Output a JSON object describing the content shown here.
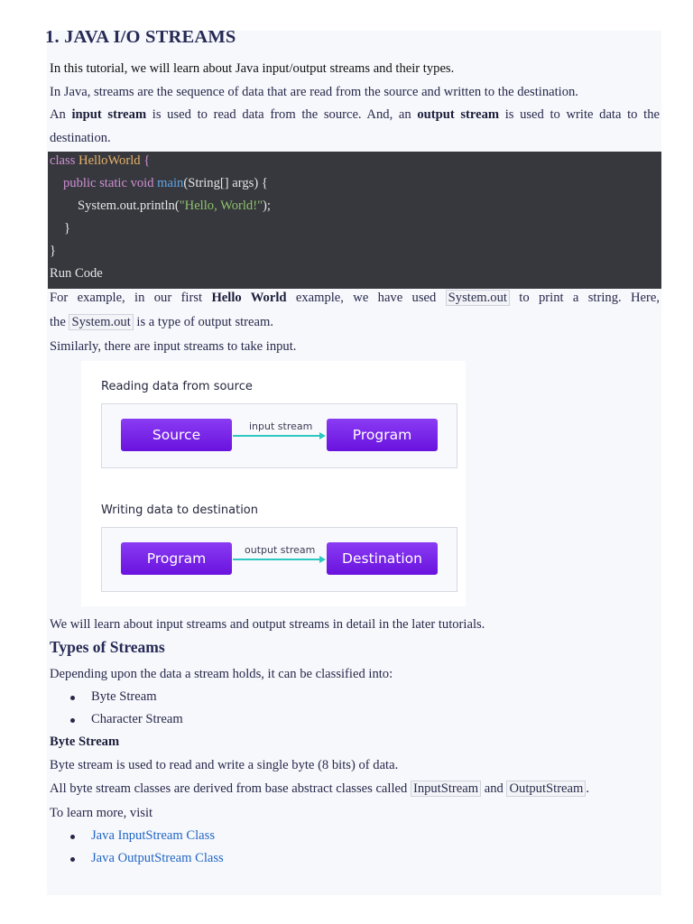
{
  "title": "1. JAVA I/O STREAMS",
  "intro": "In this tutorial, we will learn about Java input/output streams and their types.",
  "para1": "In Java, streams are the sequence of data that are read from the source and written to the destination.",
  "para2": {
    "t1": "An ",
    "b1": "input stream",
    "t2": " is used to read data from the source. And, an ",
    "b2": "output stream",
    "t3": " is used to write data to the",
    "line2": "destination."
  },
  "code": {
    "l1_kw": "class ",
    "l1_cls": "HelloWorld",
    "l1_rest": " {",
    "l2_kw": "public static void ",
    "l2_fn": "main",
    "l2_rest": "(String[] args) {",
    "l3_a": "System.out.println(",
    "l3_str": "\"Hello, World!\"",
    "l3_b": ");",
    "l4": "}",
    "l5": "}",
    "run": "Run Code"
  },
  "para3": {
    "t1": "For example, in our first ",
    "b1": "Hello World",
    "t2": " example, we have used ",
    "c1": "System.out",
    "t3": " to print a string. Here,",
    "l2_a": "the ",
    "c2": "System.out",
    "l2_b": " is a type of output stream."
  },
  "para4": "Similarly, there are input streams to take input.",
  "diagram": {
    "read_title": "Reading data from source",
    "read_left": "Source",
    "read_arrow": "input stream",
    "read_right": "Program",
    "write_title": "Writing data to destination",
    "write_left": "Program",
    "write_arrow": "output stream",
    "write_right": "Destination",
    "box_color": "#7423e8",
    "arrow_color": "#2ec7c2"
  },
  "para5": "We will learn about input streams and output streams in detail in the later tutorials.",
  "types_heading": "Types of Streams",
  "para6": "Depending upon the data a stream holds, it can be classified into:",
  "types": [
    "Byte Stream",
    "Character Stream"
  ],
  "byte_heading": "Byte Stream",
  "para7": "Byte stream is used to read and write a single byte (8 bits) of data.",
  "para8": {
    "t1": "All byte stream classes are derived from base abstract classes called ",
    "c1": "InputStream",
    "t2": " and ",
    "c2": "OutputStream",
    "t3": "."
  },
  "para9": "To learn more, visit",
  "links": [
    "Java InputStream Class",
    "Java OutputStream Class"
  ],
  "link_color": "#2166c4"
}
